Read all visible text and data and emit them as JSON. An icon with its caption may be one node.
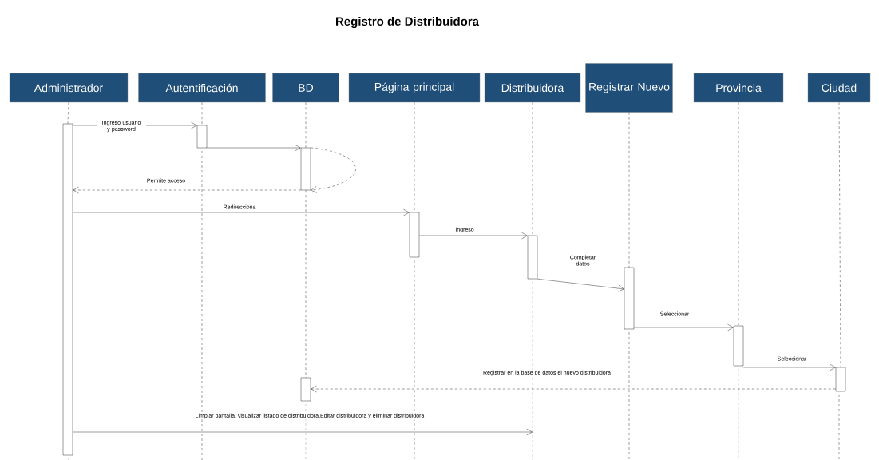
{
  "diagram": {
    "title": "Registro de Distribuidora",
    "nodes": [
      {
        "text": [
          "Administrador"
        ]
      },
      {
        "text": [
          "Autentificación"
        ]
      },
      {
        "text": [
          "BD"
        ]
      },
      {
        "text": [
          "Página principal"
        ]
      },
      {
        "text": [
          "Distribuidora"
        ]
      },
      {
        "text": [
          "Registrar Nuevo"
        ]
      },
      {
        "text": [
          "Provincia"
        ]
      },
      {
        "text": [
          "Ciudad"
        ]
      },
      {
        "text": [],
        "shape": "bar"
      },
      {
        "text": [],
        "shape": "bar"
      },
      {
        "text": [],
        "shape": "bar"
      },
      {
        "text": [],
        "shape": "bar"
      },
      {
        "text": [],
        "shape": "bar"
      },
      {
        "text": [],
        "shape": "bar"
      },
      {
        "text": [],
        "shape": "bar"
      },
      {
        "text": [],
        "shape": "bar"
      },
      {
        "text": [],
        "shape": "bar"
      }
    ],
    "edges": [
      {
        "from": 8,
        "to": 9,
        "arrow": "to",
        "label": "Ingreso usuario y password"
      },
      {
        "from": 9,
        "to": 10,
        "arrow": "to"
      },
      {
        "from": 10,
        "to": 10,
        "arrow": "to",
        "style": "dashed"
      },
      {
        "from": 10,
        "to": 8,
        "arrow": "to",
        "style": "dashed",
        "label": "Permite acceso"
      },
      {
        "from": 8,
        "to": 11,
        "arrow": "to",
        "label": "Redirecciona"
      },
      {
        "from": 11,
        "to": 12,
        "arrow": "to",
        "label": "Ingreso"
      },
      {
        "from": 12,
        "to": 13,
        "arrow": "to",
        "label": "Completar datos"
      },
      {
        "from": 13,
        "to": 14,
        "arrow": "to",
        "label": "Seleccionar"
      },
      {
        "from": 14,
        "to": 15,
        "arrow": "to",
        "label": "Seleccionar"
      },
      {
        "from": 15,
        "to": 16,
        "arrow": "to",
        "style": "dashed",
        "label": "Registrar en la base de datos el nuevo distribuidora"
      },
      {
        "from": 8,
        "to": null,
        "arrow": "to",
        "label": "Limpiar pantalla, visualizar listado de distribuidora,Editar distribuidora y eliminar distribuidora"
      },
      {
        "from": 0,
        "to": 8,
        "arrow": "none",
        "style": "dashed"
      },
      {
        "from": 1,
        "to": 9,
        "arrow": "none",
        "style": "dashed"
      },
      {
        "from": 2,
        "to": 10,
        "arrow": "none",
        "style": "dashed"
      },
      {
        "from": 10,
        "to": 16,
        "arrow": "none",
        "style": "dashed"
      },
      {
        "from": 3,
        "to": 11,
        "arrow": "none",
        "style": "dashed"
      },
      {
        "from": 4,
        "to": 12,
        "arrow": "none",
        "style": "dashed"
      },
      {
        "from": 5,
        "to": 13,
        "arrow": "none",
        "style": "dashed"
      },
      {
        "from": 6,
        "to": 14,
        "arrow": "none",
        "style": "dashed"
      },
      {
        "from": 7,
        "to": 15,
        "arrow": "none",
        "style": "dashed"
      }
    ]
  }
}
